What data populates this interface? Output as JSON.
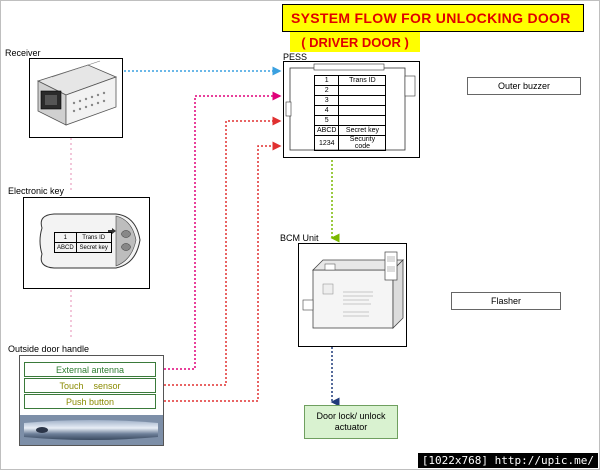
{
  "title": "SYSTEM FLOW FOR UNLOCKING DOOR",
  "subtitle": "( DRIVER DOOR )",
  "receiver": {
    "label": "Receiver"
  },
  "electronic_key": {
    "label": "Electronic key",
    "cells": [
      "1",
      "Trans ID",
      "ABCD",
      "Secret key"
    ]
  },
  "pess": {
    "label": "PESS",
    "rows": [
      [
        "1",
        "Trans ID"
      ],
      [
        "2",
        ""
      ],
      [
        "3",
        ""
      ],
      [
        "4",
        ""
      ],
      [
        "5",
        ""
      ],
      [
        "ABCD",
        "Secret key"
      ],
      [
        "1234",
        "Security code"
      ]
    ]
  },
  "outer_buzzer": "Outer buzzer",
  "bcm": {
    "label": "BCM Unit"
  },
  "flasher": "Flasher",
  "outside_handle": {
    "label": "Outside door handle",
    "rows": [
      "External antenna",
      "Touch    sensor",
      "Push button"
    ]
  },
  "door_lock": {
    "line1": "Door lock/ unlock",
    "line2": "actuator"
  },
  "footer": "[1022x768] http://upic.me/",
  "colors": {
    "title_bg": "#ffff00",
    "title_text": "#e00000",
    "receiver_line": "#3aa0e0",
    "antenna_line": "#e0007a",
    "sensor_line": "#e03030",
    "pess_bcm_line": "#7ab800",
    "bcm_door_line": "#1f3a7a",
    "external_antenna_text": "#2e7d32",
    "touch_sensor_text": "#8a8a00",
    "push_button_text": "#8a8a00"
  }
}
